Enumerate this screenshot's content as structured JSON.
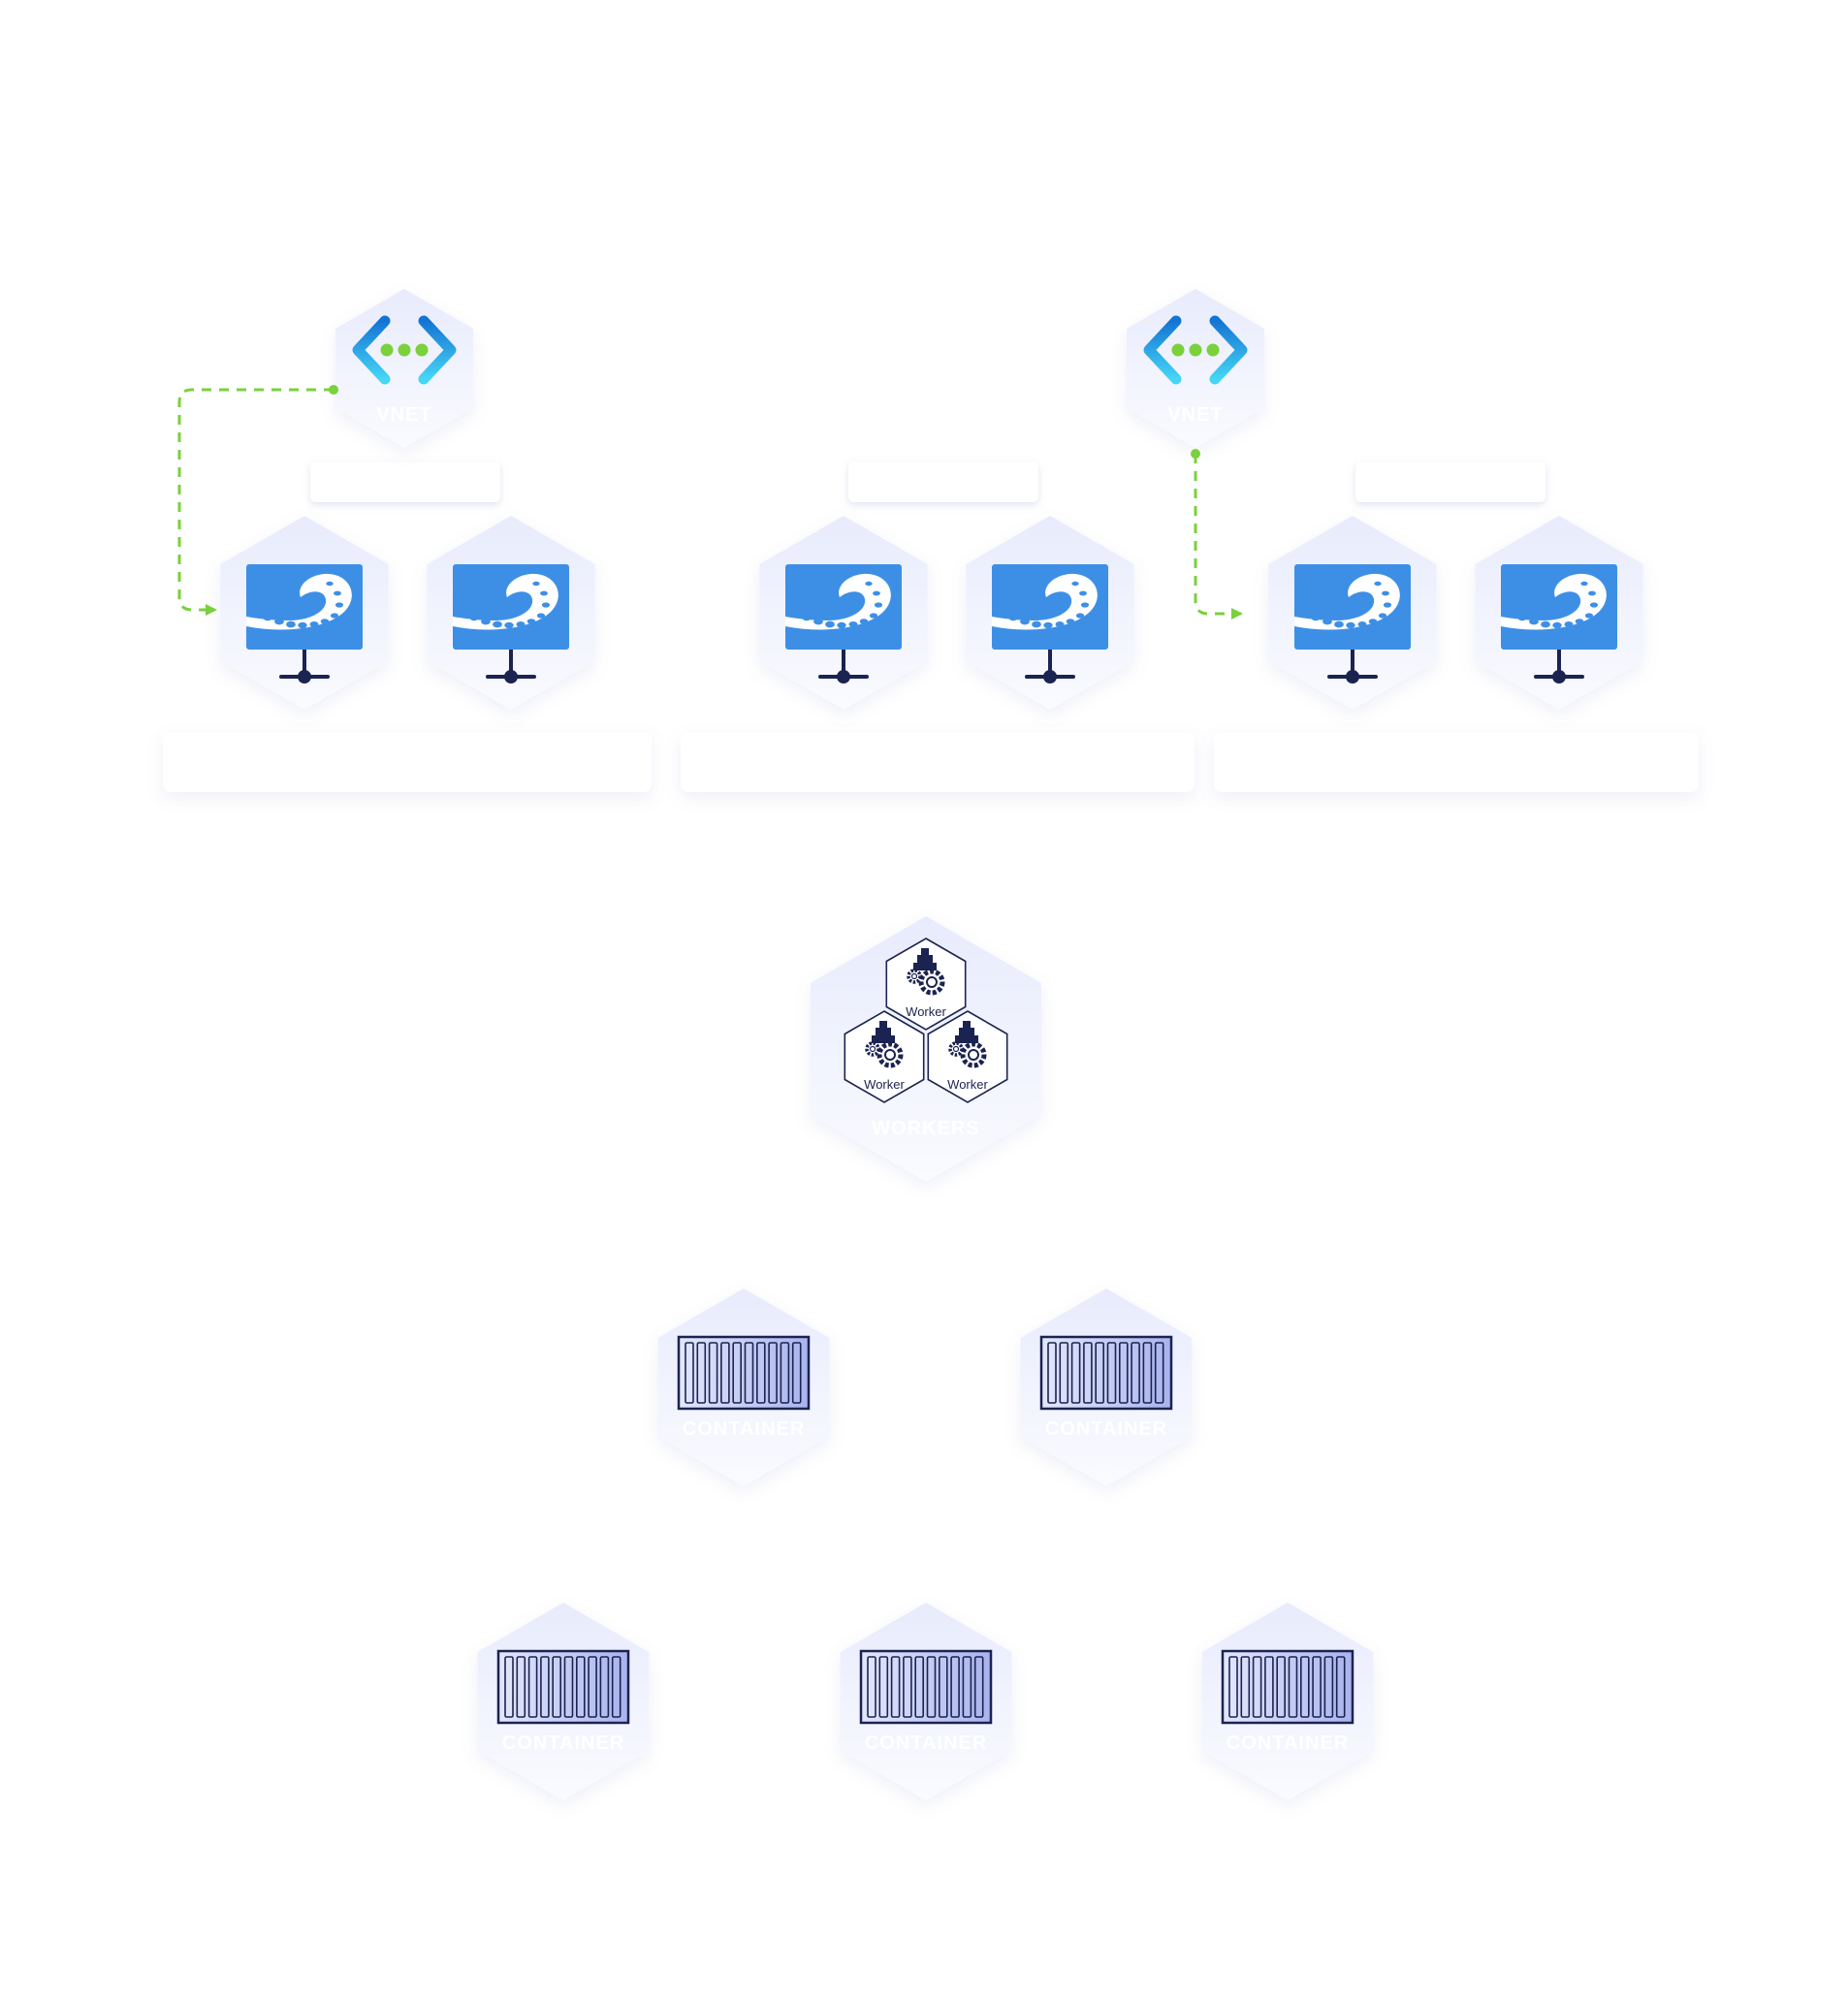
{
  "colors": {
    "hex_fill": "#eef0fd",
    "vm_blue": "#3d8fe6",
    "connector_green": "#7ad13c",
    "container_fill": "#c7cdf3",
    "container_stroke": "#1b2350",
    "dark_navy": "#1b2350",
    "label_white": "#ffffff"
  },
  "labels": {
    "vnet": "VNET",
    "workers": "WORKERS",
    "container": "CONTAINER",
    "worker": "Worker"
  },
  "icons": {
    "vnet": "vnet-brackets-icon",
    "vm": "virtual-machine-monitor-icon",
    "workers": "worker-cluster-icon",
    "container": "shipping-container-icon"
  }
}
